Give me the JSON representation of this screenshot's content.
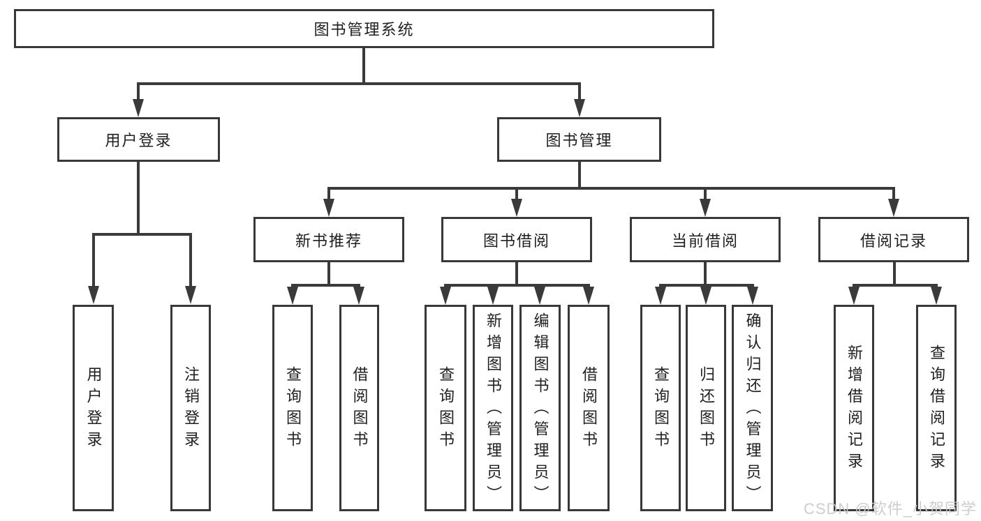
{
  "tree": {
    "root": "图书管理系统",
    "user_login": {
      "label": "用户登录",
      "children": [
        "用户登录",
        "注销登录"
      ]
    },
    "book_mgmt": {
      "label": "图书管理",
      "children": [
        {
          "label": "新书推荐",
          "children": [
            "查询图书",
            "借阅图书"
          ]
        },
        {
          "label": "图书借阅",
          "children": [
            "查询图书",
            "新增图书（管理员）",
            "编辑图书（管理员）",
            "借阅图书"
          ]
        },
        {
          "label": "当前借阅",
          "children": [
            "查询图书",
            "归还图书",
            "确认归还（管理员）"
          ]
        },
        {
          "label": "借阅记录",
          "children": [
            "新增借阅记录",
            "查询借阅记录"
          ]
        }
      ]
    }
  },
  "watermark": "CSDN @软件_小贺同学",
  "colors": {
    "line": "#3a3a3a",
    "box_border": "#383838",
    "box_fill": "#ffffff",
    "text": "#1f1f1f",
    "watermark": "#c9c9c9"
  }
}
